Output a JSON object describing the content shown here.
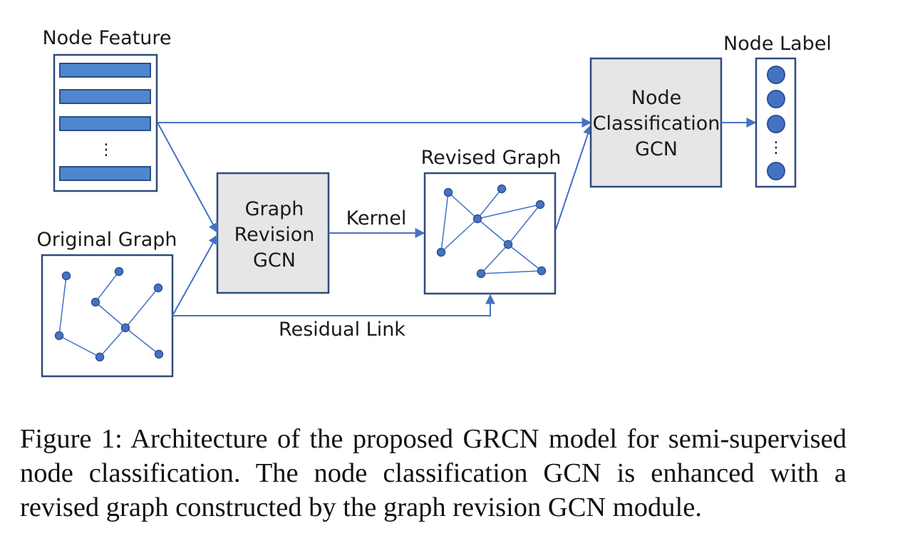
{
  "diagram": {
    "node_feature_label": "Node Feature",
    "original_graph_label": "Original Graph",
    "graph_revision_lines": [
      "Graph",
      "Revision",
      "GCN"
    ],
    "kernel_label": "Kernel",
    "revised_graph_label": "Revised Graph",
    "residual_link_label": "Residual Link",
    "node_classification_lines": [
      "Node",
      "Classification",
      "GCN"
    ],
    "node_label_label": "Node Label",
    "ellipsis": "⋮"
  },
  "caption": {
    "text": "Figure 1:  Architecture of the proposed GRCN model for semi-supervised node classification. The node classification GCN is enhanced with a revised graph constructed by the graph revision GCN module."
  },
  "colors": {
    "accent_blue": "#4472c4",
    "box_fill_gray": "#e6e6e6",
    "border_navy": "#2f4b7c"
  }
}
